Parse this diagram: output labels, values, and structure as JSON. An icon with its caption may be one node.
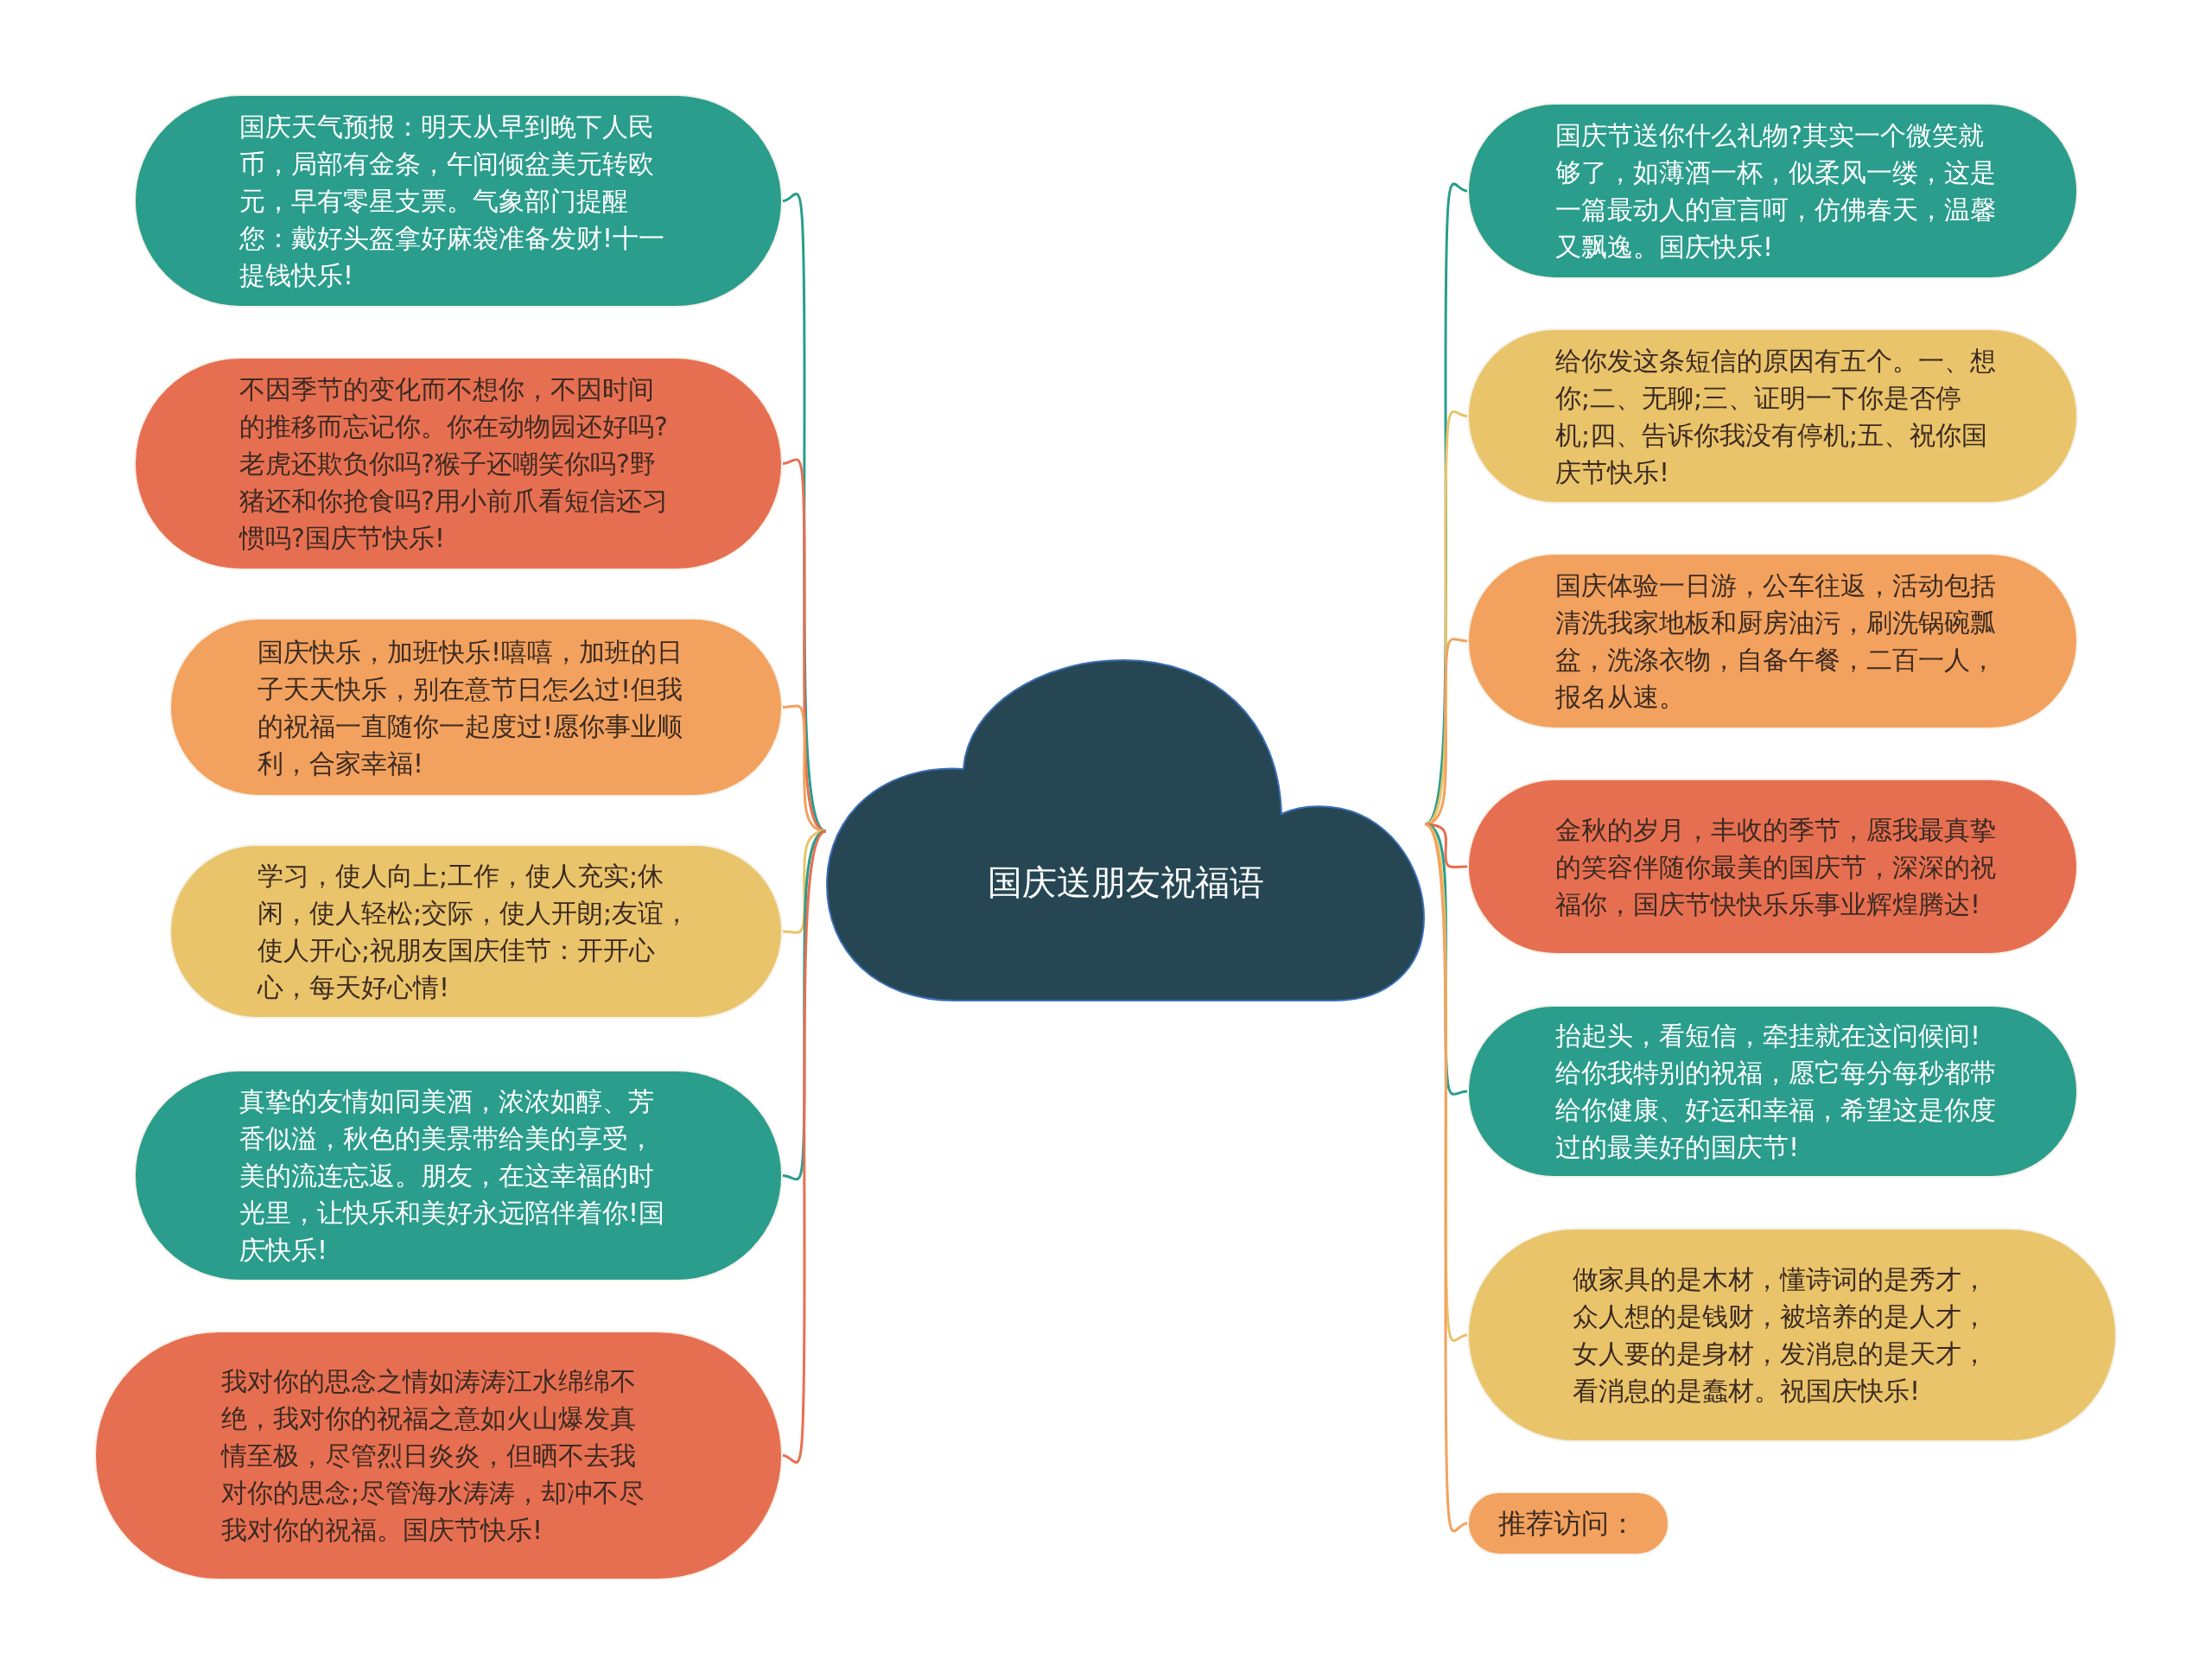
{
  "diagram": {
    "nodes": [
      {
        "text": [
          "国庆送朋友祝福语"
        ]
      },
      {
        "text": [
          "国庆天气预报：明天从早到晚下人民币，局部有金条，午间倾盆美元转欧元，早有零星支票。气象部门提醒您：戴好头盔拿好麻袋准备发财!十一提钱快乐!"
        ]
      },
      {
        "text": [
          "不因季节的变化而不想你，不因时间的推移而忘记你。你在动物园还好吗?老虎还欺负你吗?猴子还嘲笑你吗?野猪还和你抢食吗?用小前爪看短信还习惯吗?国庆节快乐!"
        ]
      },
      {
        "text": [
          "国庆快乐，加班快乐!嘻嘻，加班的日子天天快乐，别在意节日怎么过!但我的祝福一直随你一起度过!愿你事业顺利，合家幸福!"
        ]
      },
      {
        "text": [
          "学习，使人向上;工作，使人充实;休闲，使人轻松;交际，使人开朗;友谊，使人开心;祝朋友国庆佳节：开开心心，每天好心情!"
        ]
      },
      {
        "text": [
          "真挚的友情如同美酒，浓浓如醇、芳香似溢，秋色的美景带给美的享受，美的流连忘返。朋友，在这幸福的时光里，让快乐和美好永远陪伴着你!国庆快乐!"
        ]
      },
      {
        "text": [
          "我对你的思念之情如涛涛江水绵绵不绝，我对你的祝福之意如火山爆发真情至极，尽管烈日炎炎，但晒不去我对你的思念;尽管海水涛涛，却冲不尽我对你的祝福。国庆节快乐!"
        ]
      },
      {
        "text": [
          "国庆节送你什么礼物?其实一个微笑就够了，如薄酒一杯，似柔风一缕，这是一篇最动人的宣言呵，仿佛春天，温馨又飘逸。国庆快乐!"
        ]
      },
      {
        "text": [
          "给你发这条短信的原因有五个。一、想你;二、无聊;三、证明一下你是否停机;四、告诉你我没有停机;五、祝你国庆节快乐!"
        ]
      },
      {
        "text": [
          "国庆体验一日游，公车往返，活动包括清洗我家地板和厨房油污，刷洗锅碗瓢盆，洗涤衣物，自备午餐，二百一人，报名从速。"
        ]
      },
      {
        "text": [
          "金秋的岁月，丰收的季节，愿我最真挚的笑容伴随你最美的国庆节，深深的祝福你，国庆节快快乐乐事业辉煌腾达!"
        ]
      },
      {
        "text": [
          "抬起头，看短信，牵挂就在这问候间!给你我特别的祝福，愿它每分每秒都带给你健康、好运和幸福，希望这是你度过的最美好的国庆节!"
        ]
      },
      {
        "text": [
          "做家具的是木材，懂诗词的是秀才，众人想的是钱财，被培养的是人才，女人要的是身材，发消息的是天才，看消息的是蠢材。祝国庆快乐!"
        ]
      },
      {
        "text": [
          "推荐访问："
        ]
      }
    ],
    "edges": [
      {
        "from": 0,
        "to": 1,
        "arrow": "none",
        "color": "#2a9d8c"
      },
      {
        "from": 0,
        "to": 2,
        "arrow": "none",
        "color": "#e76f51"
      },
      {
        "from": 0,
        "to": 3,
        "arrow": "none",
        "color": "#f2a25e"
      },
      {
        "from": 0,
        "to": 4,
        "arrow": "none",
        "color": "#e9c46a"
      },
      {
        "from": 0,
        "to": 5,
        "arrow": "none",
        "color": "#2a9d8c"
      },
      {
        "from": 0,
        "to": 6,
        "arrow": "none",
        "color": "#e76f51"
      },
      {
        "from": 0,
        "to": 7,
        "arrow": "none",
        "color": "#2a9d8c"
      },
      {
        "from": 0,
        "to": 8,
        "arrow": "none",
        "color": "#e9c46a"
      },
      {
        "from": 0,
        "to": 9,
        "arrow": "none",
        "color": "#f2a25e"
      },
      {
        "from": 0,
        "to": 10,
        "arrow": "none",
        "color": "#e76f51"
      },
      {
        "from": 0,
        "to": 11,
        "arrow": "none",
        "color": "#2a9d8c"
      },
      {
        "from": 0,
        "to": 12,
        "arrow": "none",
        "color": "#e9c46a"
      },
      {
        "from": 0,
        "to": 13,
        "arrow": "none",
        "color": "#f2a25e"
      }
    ]
  }
}
